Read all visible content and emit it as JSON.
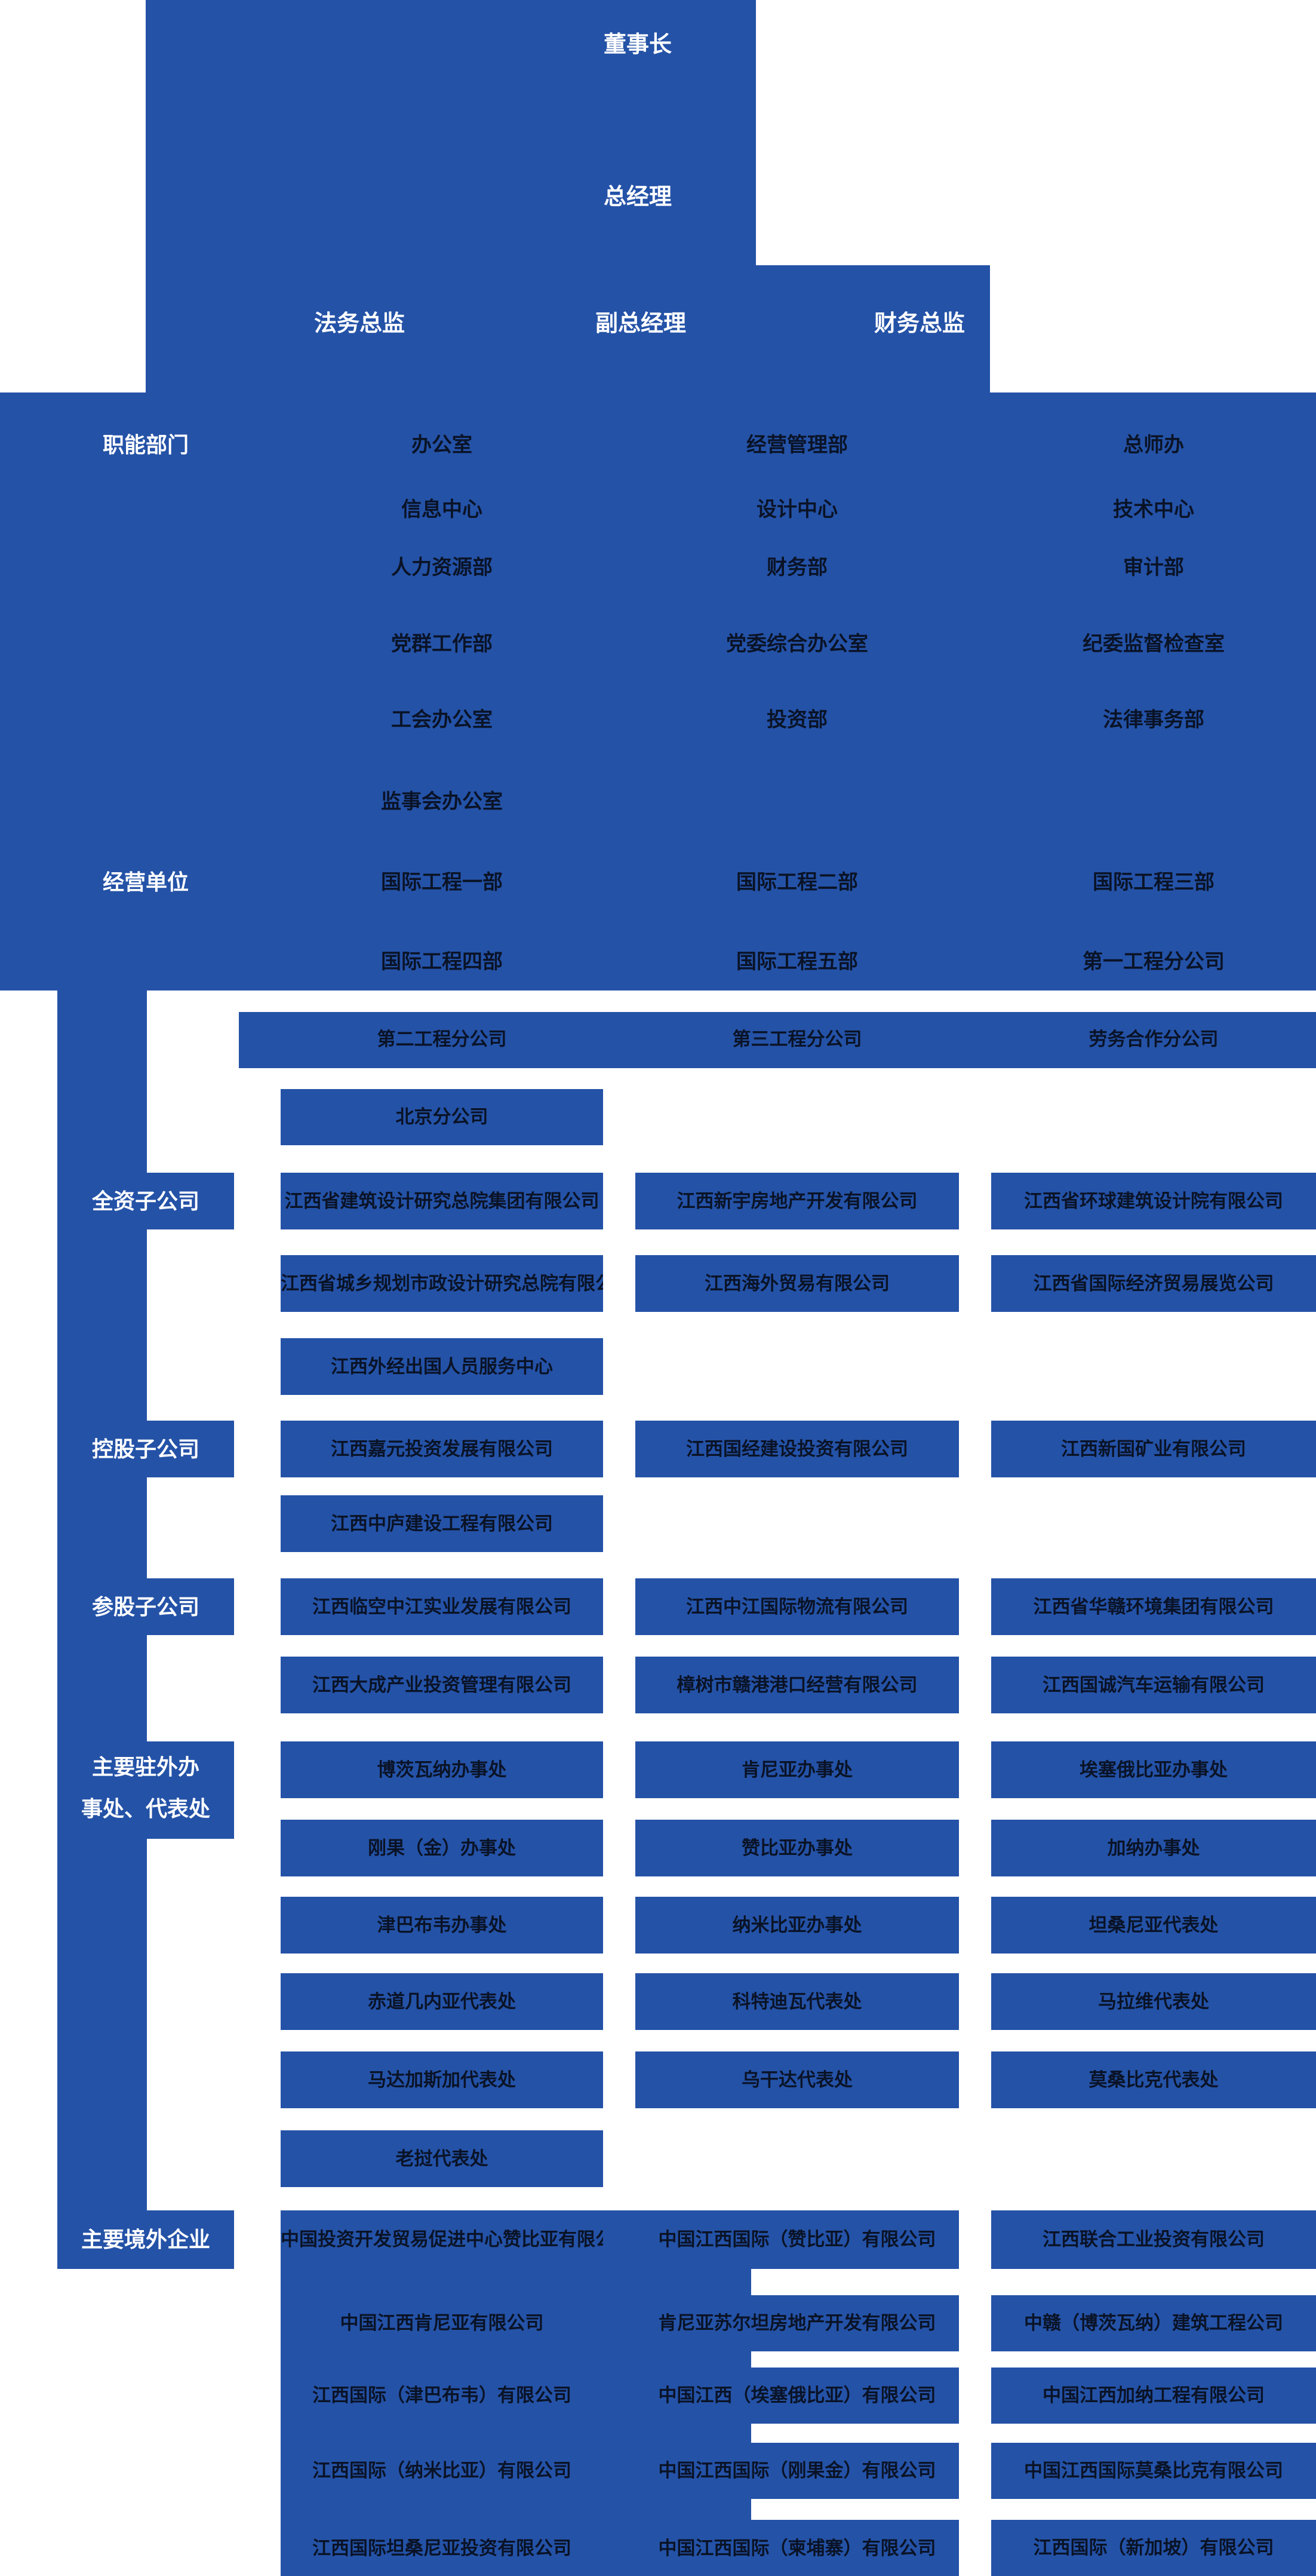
{
  "palette": {
    "blue": "#2452A7",
    "dark_text": "#0A1326",
    "light_text": "#FFFFFF"
  },
  "executives": {
    "chairman": "董事长",
    "general_manager": "总经理",
    "legal_director": "法务总监",
    "deputy_general_manager": "副总经理",
    "finance_director": "财务总监"
  },
  "sections": [
    {
      "id": "functional-departments",
      "label": "职能部门",
      "rows": [
        [
          "办公室",
          "经营管理部",
          "总师办"
        ],
        [
          "信息中心",
          "设计中心",
          "技术中心"
        ],
        [
          "人力资源部",
          "财务部",
          "审计部"
        ],
        [
          "党群工作部",
          "党委综合办公室",
          "纪委监督检查室"
        ],
        [
          "工会办公室",
          "投资部",
          "法律事务部"
        ],
        [
          "监事会办公室"
        ]
      ]
    },
    {
      "id": "business-units",
      "label": "经营单位",
      "rows": [
        [
          "国际工程一部",
          "国际工程二部",
          "国际工程三部"
        ],
        [
          "国际工程四部",
          "国际工程五部",
          "第一工程分公司"
        ]
      ]
    },
    {
      "id": "branch-companies",
      "label": "",
      "rows": [
        [
          "第二工程分公司",
          "第三工程分公司",
          "劳务合作分公司"
        ],
        [
          "北京分公司"
        ]
      ]
    },
    {
      "id": "wholly-owned-subsidiaries",
      "label": "全资子公司",
      "rows": [
        [
          "江西省建筑设计研究总院集团有限公司",
          "江西新宇房地产开发有限公司",
          "江西省环球建筑设计院有限公司"
        ],
        [
          "江西省城乡规划市政设计研究总院有限公司",
          "江西海外贸易有限公司",
          "江西省国际经济贸易展览公司"
        ],
        [
          "江西外经出国人员服务中心"
        ]
      ]
    },
    {
      "id": "holding-subsidiaries",
      "label": "控股子公司",
      "rows": [
        [
          "江西嘉元投资发展有限公司",
          "江西国经建设投资有限公司",
          "江西新国矿业有限公司"
        ],
        [
          "江西中庐建设工程有限公司"
        ]
      ]
    },
    {
      "id": "equity-subsidiaries",
      "label": "参股子公司",
      "rows": [
        [
          "江西临空中江实业发展有限公司",
          "江西中江国际物流有限公司",
          "江西省华赣环境集团有限公司"
        ],
        [
          "江西大成产业投资管理有限公司",
          "樟树市赣港港口经营有限公司",
          "江西国诚汽车运输有限公司"
        ]
      ]
    },
    {
      "id": "overseas-offices",
      "label": "主要驻外办事处、代表处",
      "label_lines": [
        "主要驻外办",
        "事处、代表处"
      ],
      "rows": [
        [
          "博茨瓦纳办事处",
          "肯尼亚办事处",
          "埃塞俄比亚办事处"
        ],
        [
          "刚果（金）办事处",
          "赞比亚办事处",
          "加纳办事处"
        ],
        [
          "津巴布韦办事处",
          "纳米比亚办事处",
          "坦桑尼亚代表处"
        ],
        [
          "赤道几内亚代表处",
          "科特迪瓦代表处",
          "马拉维代表处"
        ],
        [
          "马达加斯加代表处",
          "乌干达代表处",
          "莫桑比克代表处"
        ],
        [
          "老挝代表处"
        ]
      ]
    },
    {
      "id": "overseas-enterprises",
      "label": "主要境外企业",
      "rows": [
        [
          "中国投资开发贸易促进中心赞比亚有限公司",
          "中国江西国际（赞比亚）有限公司",
          "江西联合工业投资有限公司"
        ],
        [
          "中国江西肯尼亚有限公司",
          "肯尼亚苏尔坦房地产开发有限公司",
          "中赣（博茨瓦纳）建筑工程公司"
        ],
        [
          "江西国际（津巴布韦）有限公司",
          "中国江西（埃塞俄比亚）有限公司",
          "中国江西加纳工程有限公司"
        ],
        [
          "江西国际（纳米比亚）有限公司",
          "中国江西国际（刚果金）有限公司",
          "中国江西国际莫桑比克有限公司"
        ],
        [
          "江西国际坦桑尼亚投资有限公司",
          "中国江西国际（柬埔寨）有限公司",
          "江西国际（新加坡）有限公司"
        ]
      ]
    }
  ]
}
